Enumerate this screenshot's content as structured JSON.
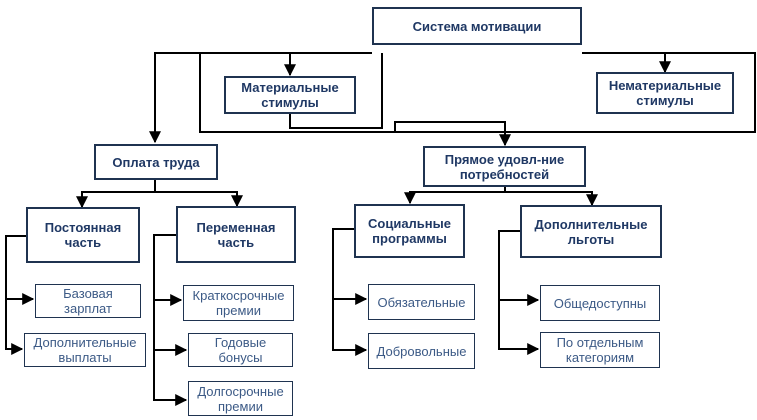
{
  "nodes": {
    "root": "Система мотивации",
    "material": "Материальные\nстимулы",
    "nonmaterial": "Нематериальные\nстимулы",
    "pay": "Оплата труда",
    "needs": "Прямое удовл-ние\nпотребностей",
    "fixed": "Постоянная\nчасть",
    "variable": "Переменная\nчасть",
    "social": "Социальные\nпрограммы",
    "extra_benefits": "Дополнительные\nльготы",
    "base_salary": "Базовая\nзарплат",
    "extra_payments": "Дополнительные\nвыплаты",
    "short_term": "Краткосрочные\nпремии",
    "annual": "Годовые\nбонусы",
    "long_term": "Долгосрочные\nпремии",
    "mandatory": "Обязательные",
    "voluntary": "Добровольные",
    "public": "Общедоступны",
    "by_category": "По отдельным\nкатегориям"
  }
}
